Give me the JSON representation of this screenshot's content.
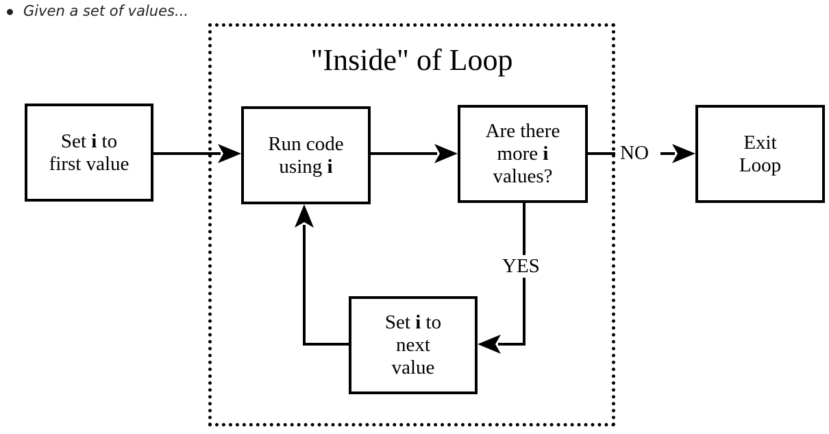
{
  "bullet": {
    "text": "Given a set of values..."
  },
  "loop_region": {
    "title": "\"Inside\" of Loop"
  },
  "nodes": {
    "set_first": {
      "pre": "Set ",
      "var": "i",
      "post": " to",
      "line2": "first value"
    },
    "run_code": {
      "line1": "Run code",
      "pre": "using ",
      "var": "i"
    },
    "more_values": {
      "line1": "Are there",
      "pre": "more ",
      "var": "i",
      "line3": "values?"
    },
    "exit": {
      "line1": "Exit",
      "line2": "Loop"
    },
    "set_next": {
      "pre": "Set ",
      "var": "i",
      "post": " to",
      "line2": "next",
      "line3": "value"
    }
  },
  "edges": {
    "no_label": "NO",
    "yes_label": "YES"
  },
  "colors": {
    "stroke": "#000000",
    "background": "#ffffff",
    "text": "#000000"
  }
}
